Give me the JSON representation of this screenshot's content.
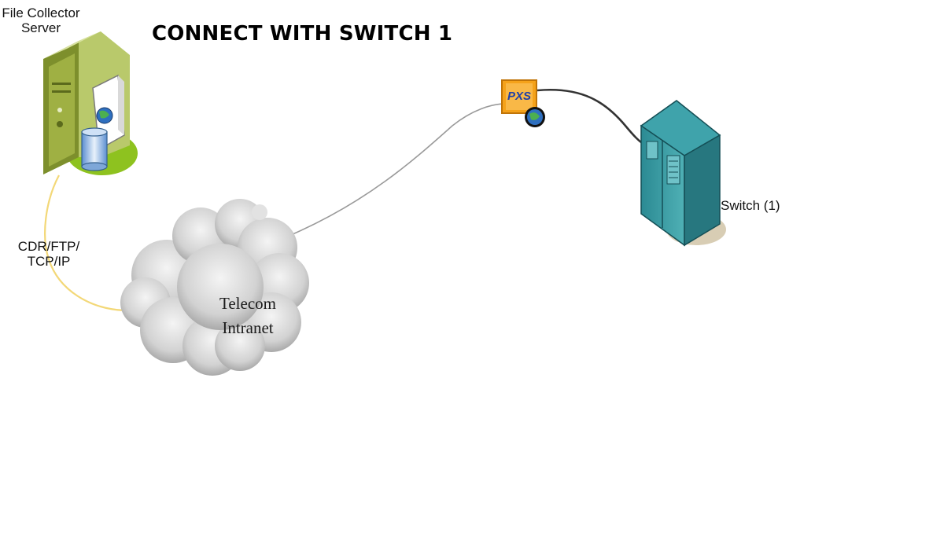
{
  "title": "CONNECT WITH SWITCH 1",
  "nodes": {
    "server": {
      "label_line1": "File Collector",
      "label_line2": "Server",
      "icon": "server-icon"
    },
    "cloud": {
      "label_line1": "Telecom",
      "label_line2": "Intranet",
      "icon": "cloud-icon"
    },
    "pxs": {
      "label": "PXS",
      "icon": "pxs-icon"
    },
    "switch": {
      "label": "Switch (1)",
      "icon": "switch-icon"
    }
  },
  "links": {
    "server_cloud": {
      "label_line1": "CDR/FTP/",
      "label_line2": "TCP/IP"
    }
  },
  "colors": {
    "server_link": "#f3d878",
    "network_link": "#9a9a9a",
    "switch_link": "#333333",
    "server_body": "#a7c254",
    "switch_body": "#2f8f97",
    "pxs_fill": "#f5a21a"
  }
}
